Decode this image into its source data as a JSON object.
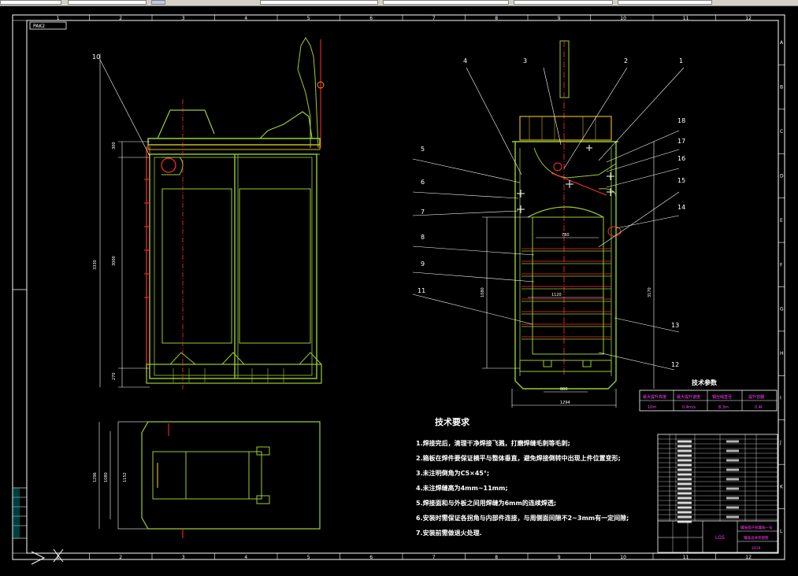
{
  "app": {
    "sheet_tag": "PAK2"
  },
  "grid": {
    "columns": [
      "1",
      "2",
      "3",
      "4",
      "5",
      "6",
      "7",
      "8",
      "9",
      "10",
      "11",
      "12"
    ],
    "rows": [
      "A",
      "B",
      "C",
      "D",
      "E",
      "F",
      "G",
      "H",
      "I",
      "J",
      "K",
      "L"
    ]
  },
  "leaders": {
    "front_view": [
      "10"
    ],
    "side_view": [
      "1",
      "2",
      "3",
      "4",
      "5",
      "6",
      "7",
      "8",
      "9",
      "11",
      "12",
      "13",
      "14",
      "15",
      "16",
      "17",
      "18"
    ]
  },
  "dimensions": {
    "side_top": "780",
    "side_mid": "1120",
    "side_bottom": "880",
    "side_overall": "1294"
  },
  "technical_params": {
    "title": "技术参数",
    "headers": [
      "最大提升高度",
      "最大提升速度",
      "钢丝绳直径",
      "提升容器"
    ],
    "values": [
      "10m",
      "0.4m/s",
      "8.3m",
      "0.4t"
    ]
  },
  "technical_requirements": {
    "title": "技术要求",
    "items": [
      "1.焊接完后，清理干净焊接飞溅，打磨焊缝毛刺等毛刺;",
      "2.箱板在焊件要保证横平与整体垂直，避免焊接倒转中出现上件位置变形;",
      "3.未注明倒角为C5×45°;",
      "4.未注焊缝高为4mm~11mm;",
      "5.焊接面和与外板之间用焊缝为6mm的连续焊透;",
      "6.安装时需保证各拐角与内部件连接，与周侧面间隙不2~3mm有一定间隙;",
      "7.安装前需做退火处理."
    ]
  },
  "title_block": {
    "code": "LGS",
    "name": "罐笼提升机罐笼一号",
    "sub": "罐笼总体装配图",
    "number": "2019"
  }
}
